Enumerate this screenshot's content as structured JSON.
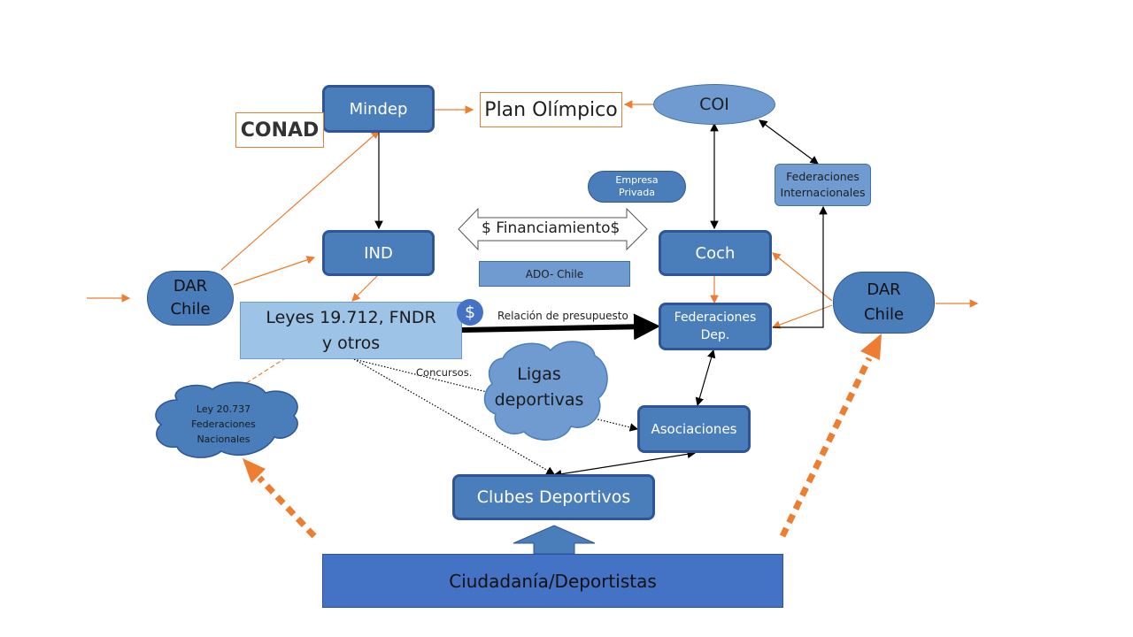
{
  "nodes": {
    "mindep": "Mindep",
    "plan_olimpico": "Plan Olímpico",
    "coi": "COI",
    "conad": "CONAD",
    "empresa_privada": "Empresa Privada",
    "federaciones_internacionales": "Federaciones Internacionales",
    "ind": "IND",
    "financiamiento": "$ Financiamiento$",
    "coch": "Coch",
    "ado_chile": "ADO- Chile",
    "dar_chile_left": "DAR Chile",
    "dar_chile_right": "DAR Chile",
    "leyes": "Leyes 19.712, FNDR y otros",
    "dollar": "$",
    "relacion_presupuesto": "Relación de presupuesto",
    "federaciones_dep": "Federaciones Dep.",
    "concursos": "Concursos.",
    "ligas_deportivas": "Ligas deportivas",
    "ley_20737": "Ley 20.737 Federaciones Nacionales",
    "asociaciones": "Asociaciones",
    "clubes_deportivos": "Clubes Deportivos",
    "ciudadania": "Ciudadanía/Deportistas"
  },
  "colors": {
    "box_dark": "#4a7ebb",
    "box_border": "#2f5597",
    "box_light": "#6f9bd1",
    "orange": "#ed7d31",
    "black": "#000000"
  }
}
